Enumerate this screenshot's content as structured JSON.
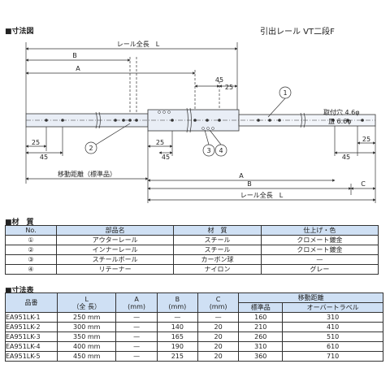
{
  "header": {
    "section_dims": "■寸法図",
    "doc_title": "引出レール VT二段F"
  },
  "drawing": {
    "labels": {
      "rail_length": "レール全長　L",
      "rail_length_bottom": "レール全長　L",
      "B_top": "B",
      "A_top": "A",
      "dim_45_top": "45",
      "dim_25_top": "25",
      "hole_label": "取付穴 4.6φ",
      "counterbore_label": "皿 6.6φ",
      "dim_25_left": "25",
      "dim_45_left": "45",
      "dim_25_mid": "25",
      "dim_45_mid": "45",
      "dim_25_right": "25",
      "dim_45_right": "45",
      "travel_label": "移動距離（標準品）",
      "A_bottom": "A",
      "B_bottom": "B",
      "C_bottom": "C",
      "callout_1": "1",
      "callout_2": "2",
      "callout_3": "3",
      "callout_4": "4"
    }
  },
  "materials": {
    "title": "■材　質",
    "headers": [
      "No.",
      "部品名",
      "材　質",
      "仕上げ・色"
    ],
    "rows": [
      [
        "①",
        "アウターレール",
        "スチール",
        "クロメート鍍金"
      ],
      [
        "②",
        "インナーレール",
        "スチール",
        "クロメート鍍金"
      ],
      [
        "③",
        "スチールボール",
        "カーボン球",
        "—"
      ],
      [
        "④",
        "リテーナー",
        "ナイロン",
        "グレー"
      ]
    ]
  },
  "dims_table": {
    "title": "■寸法表",
    "headers": {
      "model": "品番",
      "L": "L\n（全 長）",
      "A": "A\n(mm)",
      "B": "B\n(mm)",
      "C": "C\n(mm)",
      "travel": "移動距離",
      "standard": "標準品",
      "overtravel": "オーバートラベル"
    },
    "rows": [
      [
        "EA951LK-1",
        "250 mm",
        "—",
        "—",
        "—",
        "160",
        "310"
      ],
      [
        "EA951LK-2",
        "300 mm",
        "—",
        "140",
        "20",
        "210",
        "410"
      ],
      [
        "EA951LK-3",
        "350 mm",
        "—",
        "165",
        "20",
        "260",
        "510"
      ],
      [
        "EA951LK-4",
        "400 mm",
        "—",
        "190",
        "20",
        "310",
        "610"
      ],
      [
        "EA951LK-5",
        "450 mm",
        "—",
        "215",
        "20",
        "360",
        "710"
      ]
    ]
  },
  "colors": {
    "rail_fill": "#e9eef6",
    "rail_stroke": "#333333",
    "dim_line": "#333333",
    "table_header": "#cfe0f4"
  }
}
